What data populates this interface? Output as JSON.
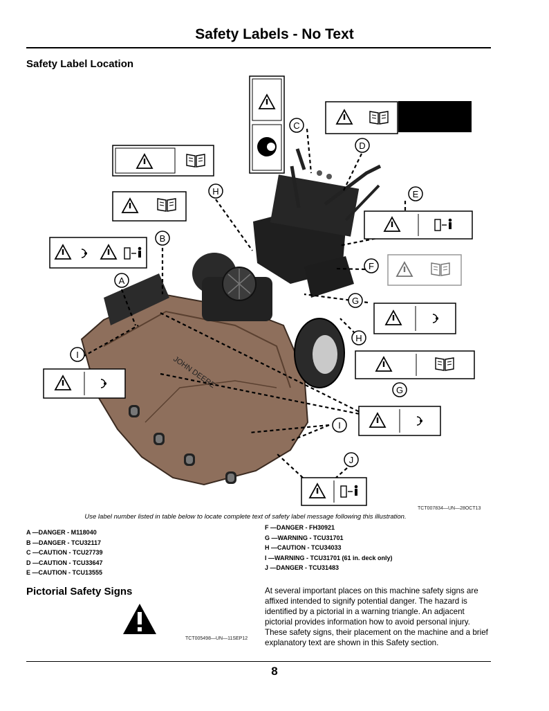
{
  "page_title": "Safety Labels - No Text",
  "section_location": {
    "heading": "Safety Label Location",
    "figure_id": "TCT007834—UN—28OCT13",
    "caption": "Use label number listed in table below to locate complete text of safety label message following this illustration.",
    "callouts": [
      "A",
      "B",
      "C",
      "D",
      "E",
      "F",
      "G",
      "H",
      "I",
      "J"
    ],
    "deck_brand_text": "JOHN DEERE"
  },
  "label_list_left": [
    "A —DANGER - M118040",
    "B —DANGER - TCU32117",
    "C —CAUTION - TCU27739",
    "D —CAUTION - TCU33647",
    "E —CAUTION - TCU13555"
  ],
  "label_list_right": [
    "F —DANGER - FH30921",
    "G —WARNING - TCU31701",
    "H —CAUTION - TCU34033",
    "I —WARNING - TCU31701 (61 in. deck only)",
    "J —DANGER - TCU31483"
  ],
  "section_pictorial": {
    "heading": "Pictorial Safety Signs",
    "figure_id": "TCT005498—UN—11SEP12",
    "paragraph": "At several important places on this machine safety signs are affixed intended to signify potential danger. The hazard is identified by a pictorial in a warning triangle. An adjacent pictorial provides information how to avoid personal injury. These safety signs, their placement on the machine and a brief explanatory text are shown in this Safety section."
  },
  "page_number": "8"
}
